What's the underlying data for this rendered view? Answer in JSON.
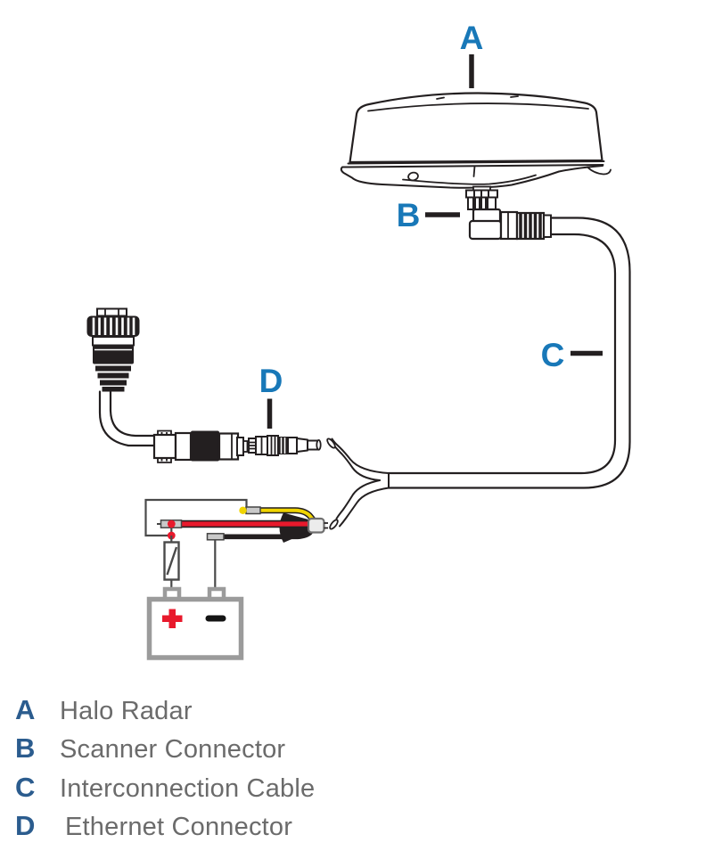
{
  "colors": {
    "ink": "#231f20",
    "callout_blue": "#1878b8",
    "legend_blue": "#2b5c8e",
    "legend_gray": "#6b6b6b",
    "wire_red": "#e8192c",
    "wire_yellow": "#f0d400",
    "battery_gray": "#9b9b9b",
    "ferrule_gray": "#c9c9c9"
  },
  "diagram": {
    "callouts": {
      "a": "A",
      "b": "B",
      "c": "C",
      "d": "D"
    },
    "battery": {
      "positive_symbol": "+",
      "negative_symbol": "−"
    }
  },
  "legend": {
    "items": [
      {
        "letter": "A",
        "label": "Halo Radar"
      },
      {
        "letter": "B",
        "label": "Scanner Connector"
      },
      {
        "letter": "C",
        "label": "Interconnection Cable"
      },
      {
        "letter": "D",
        "label": "Ethernet Connector"
      }
    ]
  }
}
